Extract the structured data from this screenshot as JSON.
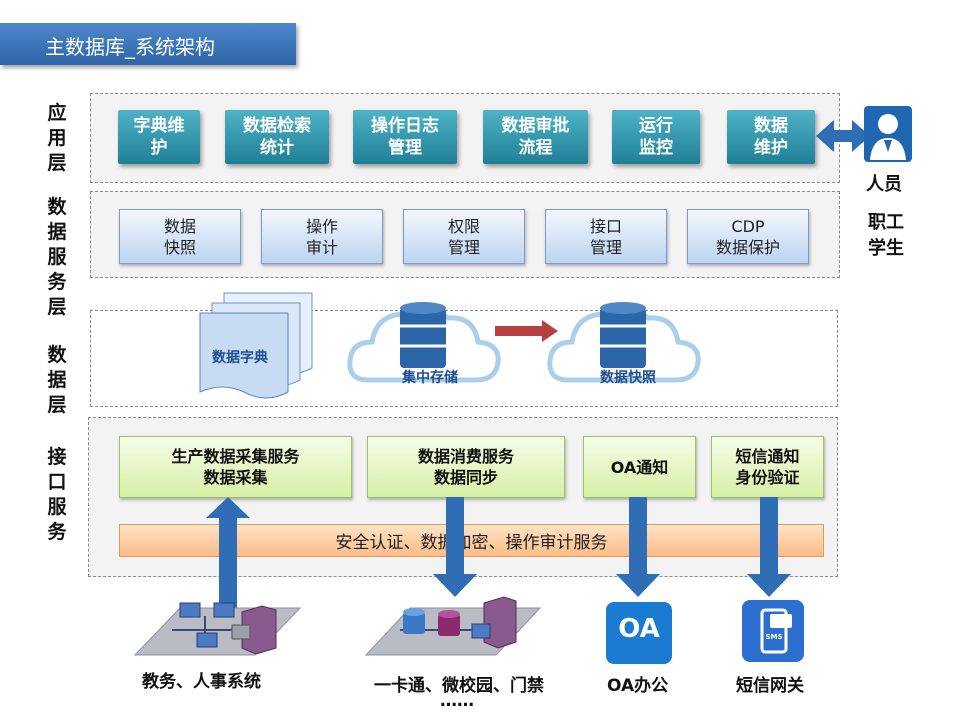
{
  "title": "主数据库_系统架构",
  "layers": {
    "app": "应用层",
    "data_service": "数据服务层",
    "data": "数据层",
    "interface": "接口服务"
  },
  "app_buttons": [
    "字典维\n护",
    "数据检索\n统计",
    "操作日志\n管理",
    "数据审批\n流程",
    "运行\n监控",
    "数据\n维护"
  ],
  "service_buttons": [
    "数据\n快照",
    "操作\n审计",
    "权限\n管理",
    "接口\n管理",
    "CDP\n数据保护"
  ],
  "data_layer": {
    "dictionary": "数据字典",
    "central_storage": "集中存储",
    "snapshot": "数据快照"
  },
  "interface_buttons": [
    "生产数据采集服务\n数据采集",
    "数据消费服务\n数据同步",
    "OA通知",
    "短信通知\n身份验证"
  ],
  "security_bar": "安全认证、数据加密、操作审计服务",
  "users": {
    "people": "人员",
    "staff": "职工",
    "students": "学生"
  },
  "systems": {
    "academic_hr": "教务、人事系统",
    "campus": "一卡通、微校园、门禁",
    "campus_more": "……",
    "oa": "OA办公",
    "oa_logo": "OA",
    "sms_gateway": "短信网关",
    "sms_logo": "SMS"
  },
  "colors": {
    "title_bg": "#2e64a8",
    "arrow_blue": "#2f6db5",
    "arrow_red": "#b84040",
    "cloud_outline": "#a9cfe9",
    "cylinder": "#2b66a8"
  }
}
